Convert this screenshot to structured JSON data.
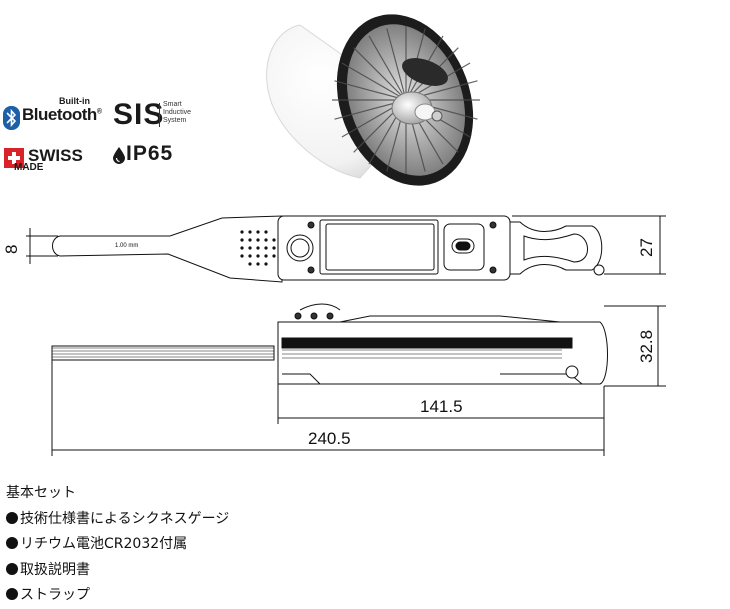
{
  "logos": {
    "bluetooth_small": "Built-in",
    "bluetooth_big": "Bluetooth",
    "bluetooth_mark": "®",
    "sis_big": "SIS",
    "sis_sub": [
      "Smart",
      "Inductive",
      "System"
    ],
    "swiss_big": "SWISS",
    "swiss_small": "MADE",
    "ip_big": "IP65"
  },
  "colors": {
    "swiss_red": "#d8232a",
    "bluetooth_blue": "#1f5fa8",
    "line": "#111111"
  },
  "drawing": {
    "probe_label": "1.00 mm",
    "dims": {
      "tip_height": "8",
      "body_height": "27",
      "side_height": "32.8",
      "body_length": "141.5",
      "total_length": "240.5"
    }
  },
  "contents": {
    "heading": "基本セット",
    "items": [
      "技術仕様書によるシクネスゲージ",
      "リチウム電池CR2032付属",
      "取扱説明書",
      "ストラップ"
    ]
  }
}
